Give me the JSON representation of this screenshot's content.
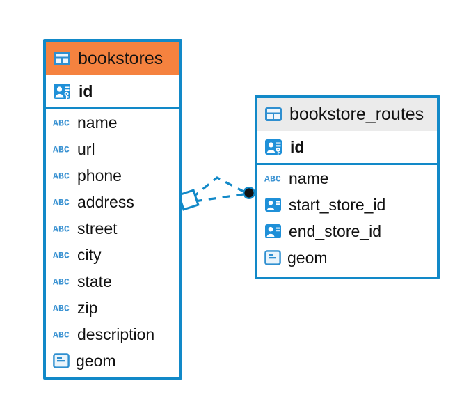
{
  "diagram": {
    "type": "entity-relationship-diagram",
    "background_color": "#ffffff",
    "accent_blue": "#1289c8",
    "accent_orange": "#f5823f",
    "header_gray": "#ebebeb",
    "text_color": "#111111"
  },
  "entities": [
    {
      "name": "bookstores",
      "title": "bookstores",
      "header_color": "#f5823f",
      "table_icon": "table-icon",
      "primary_keys": [
        {
          "label": "id",
          "icon": "primary-key-icon",
          "datatype": "key"
        }
      ],
      "fields": [
        {
          "label": "name",
          "icon": "abc-text-icon",
          "datatype": "text"
        },
        {
          "label": "url",
          "icon": "abc-text-icon",
          "datatype": "text"
        },
        {
          "label": "phone",
          "icon": "abc-text-icon",
          "datatype": "text"
        },
        {
          "label": "address",
          "icon": "abc-text-icon",
          "datatype": "text"
        },
        {
          "label": "street",
          "icon": "abc-text-icon",
          "datatype": "text"
        },
        {
          "label": "city",
          "icon": "abc-text-icon",
          "datatype": "text"
        },
        {
          "label": "state",
          "icon": "abc-text-icon",
          "datatype": "text"
        },
        {
          "label": "zip",
          "icon": "abc-text-icon",
          "datatype": "text"
        },
        {
          "label": "description",
          "icon": "abc-text-icon",
          "datatype": "text"
        },
        {
          "label": "geom",
          "icon": "geometry-icon",
          "datatype": "geometry"
        }
      ]
    },
    {
      "name": "bookstore_routes",
      "title": "bookstore_routes",
      "header_color": "#ebebeb",
      "table_icon": "table-icon",
      "primary_keys": [
        {
          "label": "id",
          "icon": "primary-key-icon",
          "datatype": "key"
        }
      ],
      "fields": [
        {
          "label": "name",
          "icon": "abc-text-icon",
          "datatype": "text"
        },
        {
          "label": "start_store_id",
          "icon": "foreign-key-icon",
          "datatype": "reference"
        },
        {
          "label": "end_store_id",
          "icon": "foreign-key-icon",
          "datatype": "reference"
        },
        {
          "label": "geom",
          "icon": "geometry-icon",
          "datatype": "geometry"
        }
      ]
    }
  ],
  "relationships": [
    {
      "name": "bookstores-to-bookstore-routes",
      "from_entity": "bookstores",
      "to_entity": "bookstore_routes",
      "line_style": "dashed",
      "line_color": "#1289c8",
      "source_marker": "diamond-marker",
      "target_marker": "filled-circle-marker"
    }
  ]
}
